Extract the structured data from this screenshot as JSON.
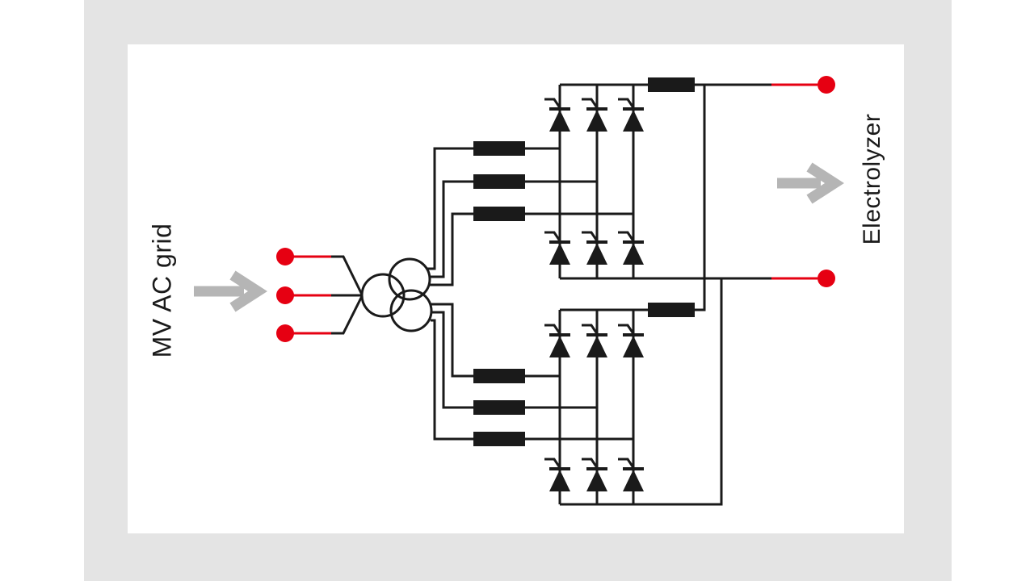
{
  "colors": {
    "outer": "#ffffff",
    "stage": "#e4e4e4",
    "canvas": "#ffffff",
    "line": "#1a1a1a",
    "red": "#e60012",
    "arrow_gray": "#b5b5b5"
  },
  "labels": {
    "input": "MV AC grid",
    "output": "Electrolyzer"
  },
  "diagram": {
    "type": "single-line power schematic",
    "input": {
      "label": "MV AC grid",
      "phases": 3,
      "terminal_style": "red dot"
    },
    "transformer": {
      "symbol": "three overlapping circles",
      "windings": 3
    },
    "ac_reactors": {
      "per_bridge": 3,
      "total": 6,
      "symbol": "solid black rectangle"
    },
    "bridges": [
      {
        "name": "upper thyristor bridge",
        "legs": 3,
        "thyristors": 6
      },
      {
        "name": "lower thyristor bridge",
        "legs": 3,
        "thyristors": 6
      }
    ],
    "dc_reactors": 2,
    "output": {
      "label": "Electrolyzer",
      "terminals": 2,
      "terminal_style": "red dot"
    }
  }
}
